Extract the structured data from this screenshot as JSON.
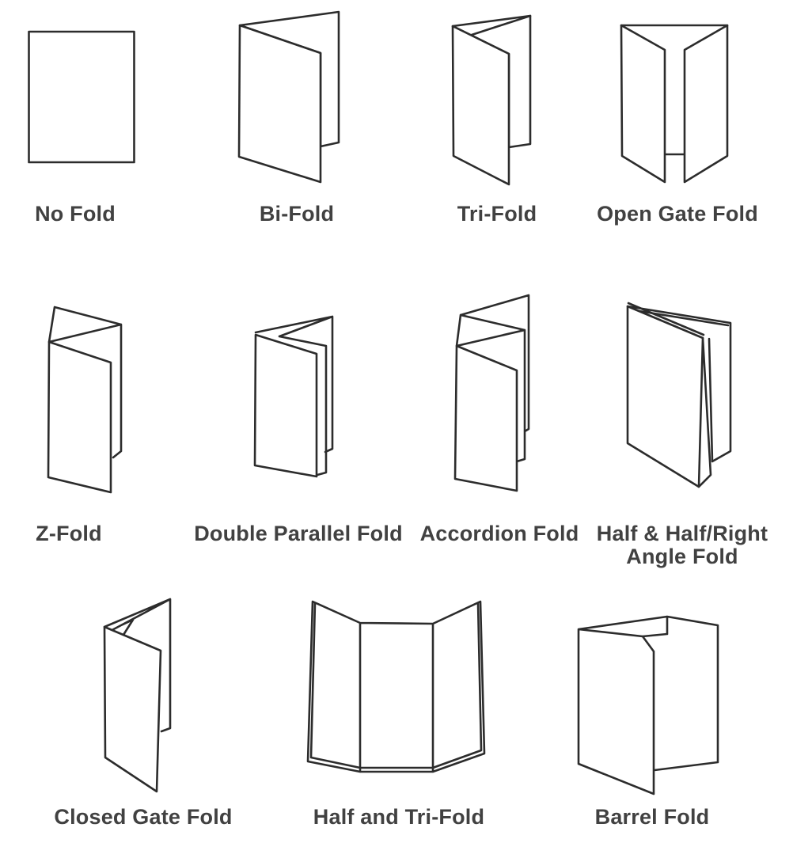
{
  "page": {
    "background_color": "#ffffff",
    "line_color": "#2c2c2c",
    "label_color": "#414141"
  },
  "folds": [
    {
      "id": "no-fold",
      "label": "No Fold"
    },
    {
      "id": "bi-fold",
      "label": "Bi-Fold"
    },
    {
      "id": "tri-fold",
      "label": "Tri-Fold"
    },
    {
      "id": "open-gate-fold",
      "label": "Open Gate Fold"
    },
    {
      "id": "z-fold",
      "label": "Z-Fold"
    },
    {
      "id": "double-parallel-fold",
      "label": "Double Parallel Fold"
    },
    {
      "id": "accordion-fold",
      "label": "Accordion Fold"
    },
    {
      "id": "half-and-half-right-angle-fold",
      "label": "Half & Half/Right Angle Fold"
    },
    {
      "id": "closed-gate-fold",
      "label": "Closed Gate Fold"
    },
    {
      "id": "half-and-tri-fold",
      "label": "Half and Tri-Fold"
    },
    {
      "id": "barrel-fold",
      "label": "Barrel Fold"
    }
  ]
}
